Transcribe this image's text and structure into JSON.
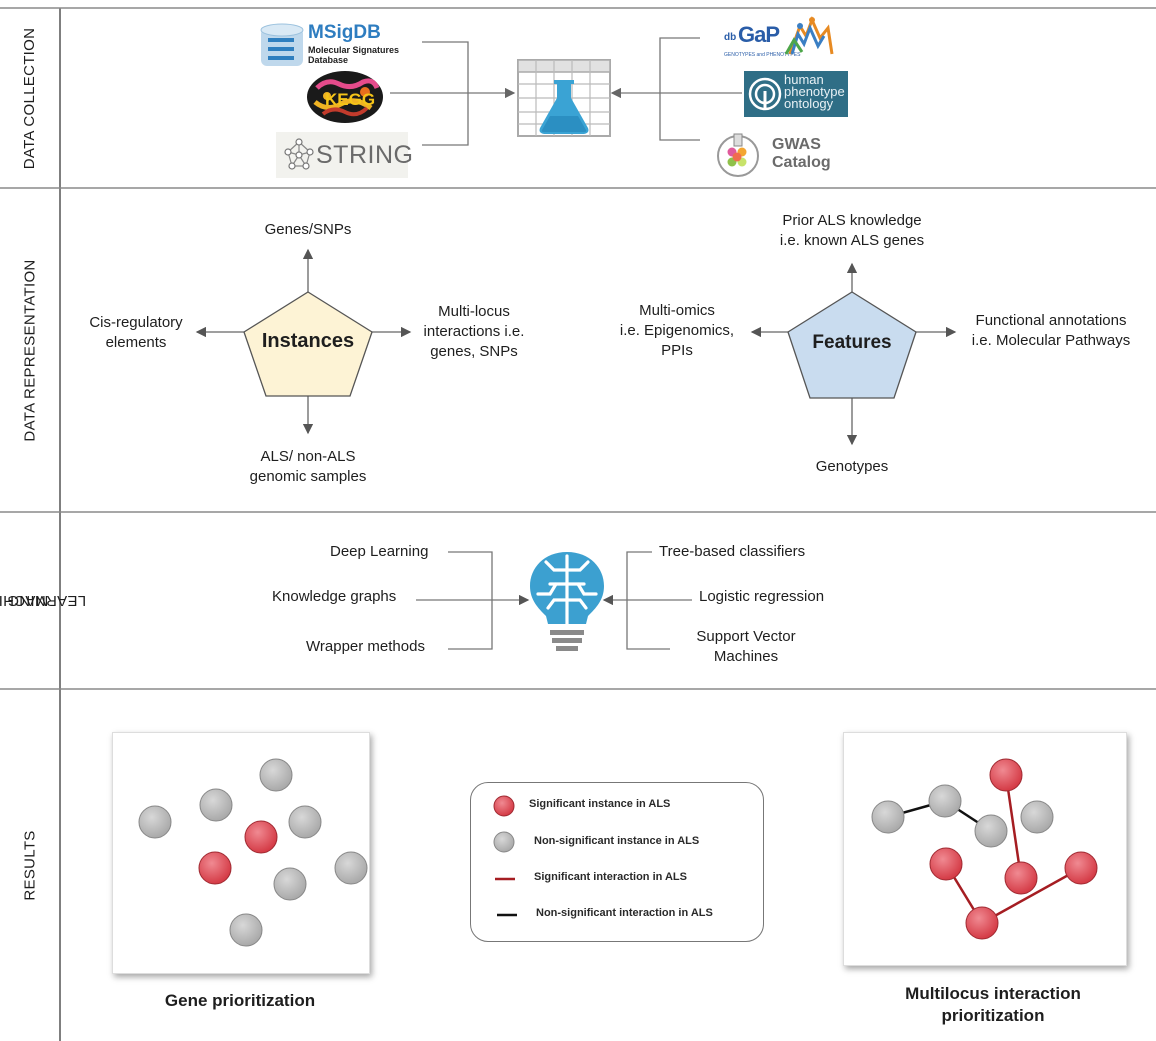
{
  "sections": {
    "collection": "DATA COLLECTION",
    "representation": "DATA REPRESENTATION",
    "ml_line1": "MACHINE",
    "ml_line2": "LEARNING",
    "results": "RESULTS"
  },
  "logos": {
    "msigdb_title": "MSigDB",
    "msigdb_sub1": "Molecular Signatures",
    "msigdb_sub2": "Database",
    "kegg": "KEGG",
    "string": "STRING",
    "dbgap_db": "db",
    "dbgap_gap": "GaP",
    "dbgap_sub": "GENOTYPES and PHENOTYPES",
    "hpo_1": "human",
    "hpo_2": "phenotype",
    "hpo_3": "ontology",
    "gwas_1": "GWAS",
    "gwas_2": "Catalog"
  },
  "instances": {
    "center": "Instances",
    "top": "Genes/SNPs",
    "left_1": "Cis-regulatory",
    "left_2": "elements",
    "right_1": "Multi-locus",
    "right_2": "interactions i.e.",
    "right_3": "genes, SNPs",
    "bottom_1": "ALS/ non-ALS",
    "bottom_2": "genomic samples"
  },
  "features": {
    "center": "Features",
    "top_1": "Prior ALS knowledge",
    "top_2": "i.e. known ALS genes",
    "left_1": "Multi-omics",
    "left_2": "i.e. Epigenomics,",
    "left_3": "PPIs",
    "right_1": "Functional annotations",
    "right_2": "i.e. Molecular Pathways",
    "bottom": "Genotypes"
  },
  "ml": {
    "left": [
      "Deep Learning",
      "Knowledge graphs",
      "Wrapper methods"
    ],
    "right_1": "Tree-based classifiers",
    "right_2": "Logistic regression",
    "right_3a": "Support Vector",
    "right_3b": "Machines"
  },
  "legend": {
    "sig_instance": "Significant instance in ALS",
    "nonsig_instance": "Non-significant instance in ALS",
    "sig_interaction": "Significant interaction in ALS",
    "nonsig_interaction": "Non-significant interaction in ALS"
  },
  "results": {
    "gene_caption": "Gene prioritization",
    "multi_caption_1": "Multilocus interaction",
    "multi_caption_2": "prioritization"
  },
  "colors": {
    "significant": "#d9454f",
    "non_significant": "#b8b8b8",
    "sig_edge": "#a51d22",
    "nonsig_edge": "#111111",
    "instances_fill": "#fdf3d5",
    "features_fill": "#c9dcef",
    "flask": "#3aa3d4",
    "brain": "#3ca0d0",
    "rule": "#8a8a8a"
  }
}
